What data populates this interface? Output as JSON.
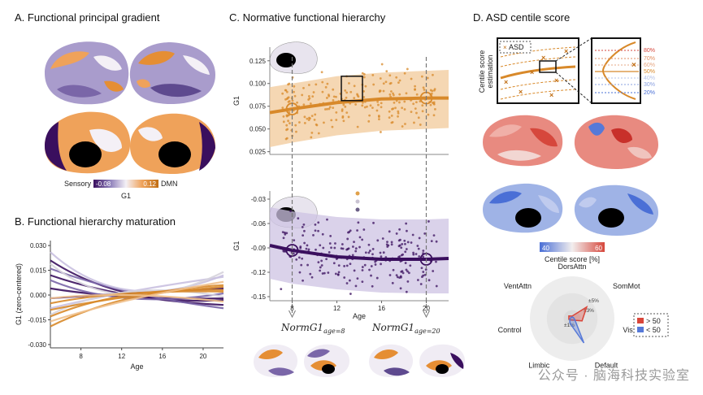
{
  "panels": {
    "a_title": "A. Functional principal gradient",
    "b_title": "B. Functional hierarchy maturation",
    "c_title": "C. Normative functional hierarchy",
    "d_title": "D. ASD centile score"
  },
  "colors": {
    "orange": "#d8892a",
    "orange_dark": "#c06d12",
    "orange_band": "#f2c99a",
    "purple": "#3a0f5e",
    "purple_mid": "#7a66a8",
    "purple_band": "#cdc3e3",
    "red": "#d9463a",
    "blue": "#5679d8"
  },
  "panel_a": {
    "colorbar_left_label": "Sensory",
    "colorbar_min": "-0.08",
    "colorbar_max": "0.12",
    "colorbar_right_label": "DMN",
    "colorbar_title": "G1"
  },
  "chart_data": [
    {
      "type": "line",
      "id": "B",
      "xlabel": "Age",
      "ylabel": "G1 (zero-centered)",
      "x_ticks": [
        "8",
        "12",
        "16",
        "20"
      ],
      "y_ticks": [
        "0.030",
        "0.015",
        "0.000",
        "-0.015",
        "-0.030"
      ],
      "xlim": [
        5,
        22
      ],
      "ylim": [
        -0.032,
        0.033
      ],
      "series": [
        {
          "color_group": "purple_dark",
          "points": [
            [
              5,
              0.021
            ],
            [
              12,
              0.001
            ],
            [
              22,
              -0.003
            ]
          ]
        },
        {
          "color_group": "purple_dark",
          "points": [
            [
              5,
              0.012
            ],
            [
              12,
              0.0
            ],
            [
              22,
              -0.006
            ]
          ]
        },
        {
          "color_group": "purple_dark",
          "points": [
            [
              5,
              0.004
            ],
            [
              12,
              -0.001
            ],
            [
              22,
              -0.002
            ]
          ]
        },
        {
          "color_group": "purple_dark",
          "points": [
            [
              5,
              -0.002
            ],
            [
              12,
              0.001
            ],
            [
              22,
              0.004
            ]
          ]
        },
        {
          "color_group": "purple_mid",
          "points": [
            [
              5,
              0.016
            ],
            [
              12,
              0.002
            ],
            [
              22,
              -0.008
            ]
          ]
        },
        {
          "color_group": "purple_mid",
          "points": [
            [
              5,
              0.009
            ],
            [
              12,
              -0.002
            ],
            [
              22,
              0.001
            ]
          ]
        },
        {
          "color_group": "purple_light",
          "points": [
            [
              5,
              0.026
            ],
            [
              12,
              0.003
            ],
            [
              22,
              0.012
            ]
          ]
        },
        {
          "color_group": "purple_light",
          "points": [
            [
              5,
              -0.008
            ],
            [
              12,
              0.002
            ],
            [
              22,
              0.011
            ]
          ]
        },
        {
          "color_group": "grey",
          "points": [
            [
              5,
              0.019
            ],
            [
              12,
              0.0
            ],
            [
              22,
              0.014
            ]
          ]
        },
        {
          "color_group": "grey",
          "points": [
            [
              5,
              -0.012
            ],
            [
              12,
              0.002
            ],
            [
              22,
              -0.001
            ]
          ]
        },
        {
          "color_group": "orange",
          "points": [
            [
              5,
              -0.019
            ],
            [
              12,
              -0.002
            ],
            [
              22,
              0.006
            ]
          ]
        },
        {
          "color_group": "orange",
          "points": [
            [
              5,
              -0.013
            ],
            [
              12,
              0.0
            ],
            [
              22,
              0.003
            ]
          ]
        },
        {
          "color_group": "orange",
          "points": [
            [
              5,
              -0.009
            ],
            [
              12,
              -0.001
            ],
            [
              22,
              0.005
            ]
          ]
        },
        {
          "color_group": "orange",
          "points": [
            [
              5,
              -0.005
            ],
            [
              12,
              0.001
            ],
            [
              22,
              0.002
            ]
          ]
        },
        {
          "color_group": "orange_light",
          "points": [
            [
              5,
              -0.016
            ],
            [
              12,
              -0.003
            ],
            [
              22,
              0.008
            ]
          ]
        },
        {
          "color_group": "orange_light",
          "points": [
            [
              5,
              -0.002
            ],
            [
              12,
              0.0
            ],
            [
              22,
              -0.004
            ]
          ]
        }
      ]
    },
    {
      "type": "scatter",
      "id": "C-top",
      "xlabel": "",
      "ylabel": "G1",
      "y_ticks": [
        "0.125",
        "0.100",
        "0.075",
        "0.050",
        "0.025"
      ],
      "xlim": [
        6,
        22
      ],
      "ylim": [
        0.022,
        0.14
      ],
      "fit_line": [
        [
          6,
          0.068
        ],
        [
          8,
          0.072
        ],
        [
          12,
          0.079
        ],
        [
          16,
          0.083
        ],
        [
          20,
          0.084
        ],
        [
          22,
          0.084
        ]
      ],
      "band_upper": [
        [
          6,
          0.096
        ],
        [
          8,
          0.1
        ],
        [
          12,
          0.108
        ],
        [
          16,
          0.112
        ],
        [
          20,
          0.114
        ],
        [
          22,
          0.115
        ]
      ],
      "band_lower": [
        [
          6,
          0.03
        ],
        [
          8,
          0.035
        ],
        [
          12,
          0.043
        ],
        [
          16,
          0.048
        ],
        [
          20,
          0.05
        ],
        [
          22,
          0.051
        ]
      ],
      "marked_ages": [
        8,
        20
      ]
    },
    {
      "type": "scatter",
      "id": "C-bottom",
      "xlabel": "Age",
      "ylabel": "G1",
      "x_ticks": [
        "8",
        "12",
        "16",
        "20"
      ],
      "y_ticks": [
        "-0.03",
        "-0.06",
        "-0.09",
        "-0.12",
        "-0.15"
      ],
      "xlim": [
        6,
        22
      ],
      "ylim": [
        -0.155,
        -0.02
      ],
      "fit_line": [
        [
          6,
          -0.087
        ],
        [
          8,
          -0.093
        ],
        [
          12,
          -0.101
        ],
        [
          16,
          -0.104
        ],
        [
          20,
          -0.104
        ],
        [
          22,
          -0.103
        ]
      ],
      "band_upper": [
        [
          6,
          -0.04
        ],
        [
          8,
          -0.045
        ],
        [
          12,
          -0.052
        ],
        [
          16,
          -0.055
        ],
        [
          20,
          -0.055
        ],
        [
          22,
          -0.054
        ]
      ],
      "band_lower": [
        [
          6,
          -0.128
        ],
        [
          8,
          -0.134
        ],
        [
          12,
          -0.141
        ],
        [
          16,
          -0.145
        ],
        [
          20,
          -0.146
        ],
        [
          22,
          -0.146
        ]
      ],
      "marked_ages": [
        8,
        20
      ]
    },
    {
      "type": "radar",
      "id": "D-radar",
      "axes": [
        "DorsAttn",
        "SomMot",
        "Vis",
        "Default",
        "Limbic",
        "Control",
        "VentAttn"
      ],
      "ring_labels": [
        "±5%",
        "±3%",
        "±1%"
      ],
      "series": [
        {
          "name": "> 50",
          "color": "#d9463a",
          "values": [
            0.3,
            2.2,
            1.2,
            0.2,
            0.2,
            0.4,
            0.5
          ]
        },
        {
          "name": "< 50",
          "color": "#5679d8",
          "values": [
            0.2,
            0.2,
            0.3,
            3.2,
            0.6,
            0.3,
            0.2
          ]
        }
      ]
    }
  ],
  "panel_c": {
    "label_age8": "NormG1",
    "label_age8_sub": "age=8",
    "label_age20": "NormG1",
    "label_age20_sub": "age=20"
  },
  "panel_d": {
    "inset_asd_label": "ASD",
    "inset_ylabel_line1": "Centile score",
    "inset_ylabel_line2": "estimation",
    "percentiles": [
      "80%",
      "70%",
      "60%",
      "50%",
      "40%",
      "30%",
      "20%"
    ],
    "colorbar_min": "40",
    "colorbar_max": "60",
    "colorbar_title": "Centile score [%]",
    "legend_gt": "> 50",
    "legend_lt": "< 50"
  },
  "watermark": "公众号 · 脑海科技实验室"
}
